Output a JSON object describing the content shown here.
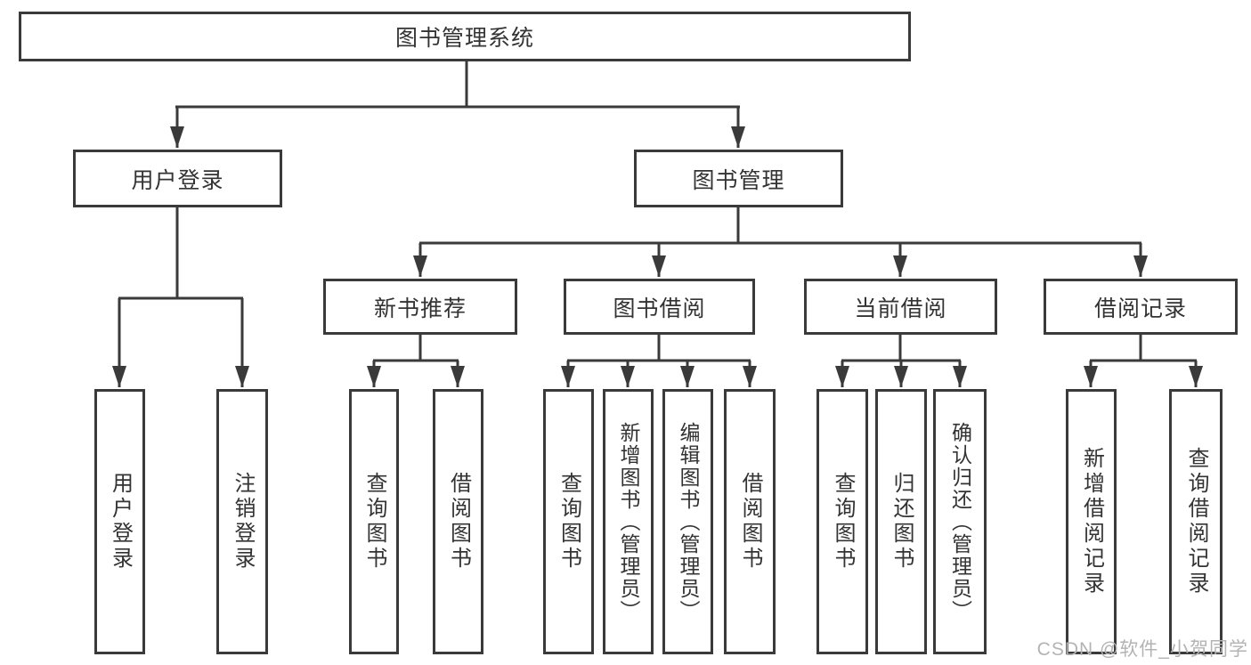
{
  "diagram_title": "图书管理系统",
  "nodes": {
    "root": "图书管理系统",
    "user_login": "用户登录",
    "book_mgmt": "图书管理",
    "new_books": "新书推荐",
    "book_borrow": "图书借阅",
    "current_borrow": "当前借阅",
    "borrow_records": "借阅记录",
    "leaf_user_login": "用户登录",
    "leaf_logout": "注销登录",
    "leaf_nb_query": "查询图书",
    "leaf_nb_borrow": "借阅图书",
    "leaf_bb_query": "查询图书",
    "leaf_bb_add": "新增图书（管理员）",
    "leaf_bb_edit": "编辑图书（管理员）",
    "leaf_bb_borrow": "借阅图书",
    "leaf_cb_query": "查询图书",
    "leaf_cb_return": "归还图书",
    "leaf_cb_confirm": "确认归还（管理员）",
    "leaf_br_add": "新增借阅记录",
    "leaf_br_query": "查询借阅记录"
  },
  "watermark": "CSDN @软件_小贺同学",
  "colors": {
    "line": "#3a3a3a",
    "text": "#333333",
    "watermark": "#b3b3b3",
    "background": "#ffffff"
  }
}
